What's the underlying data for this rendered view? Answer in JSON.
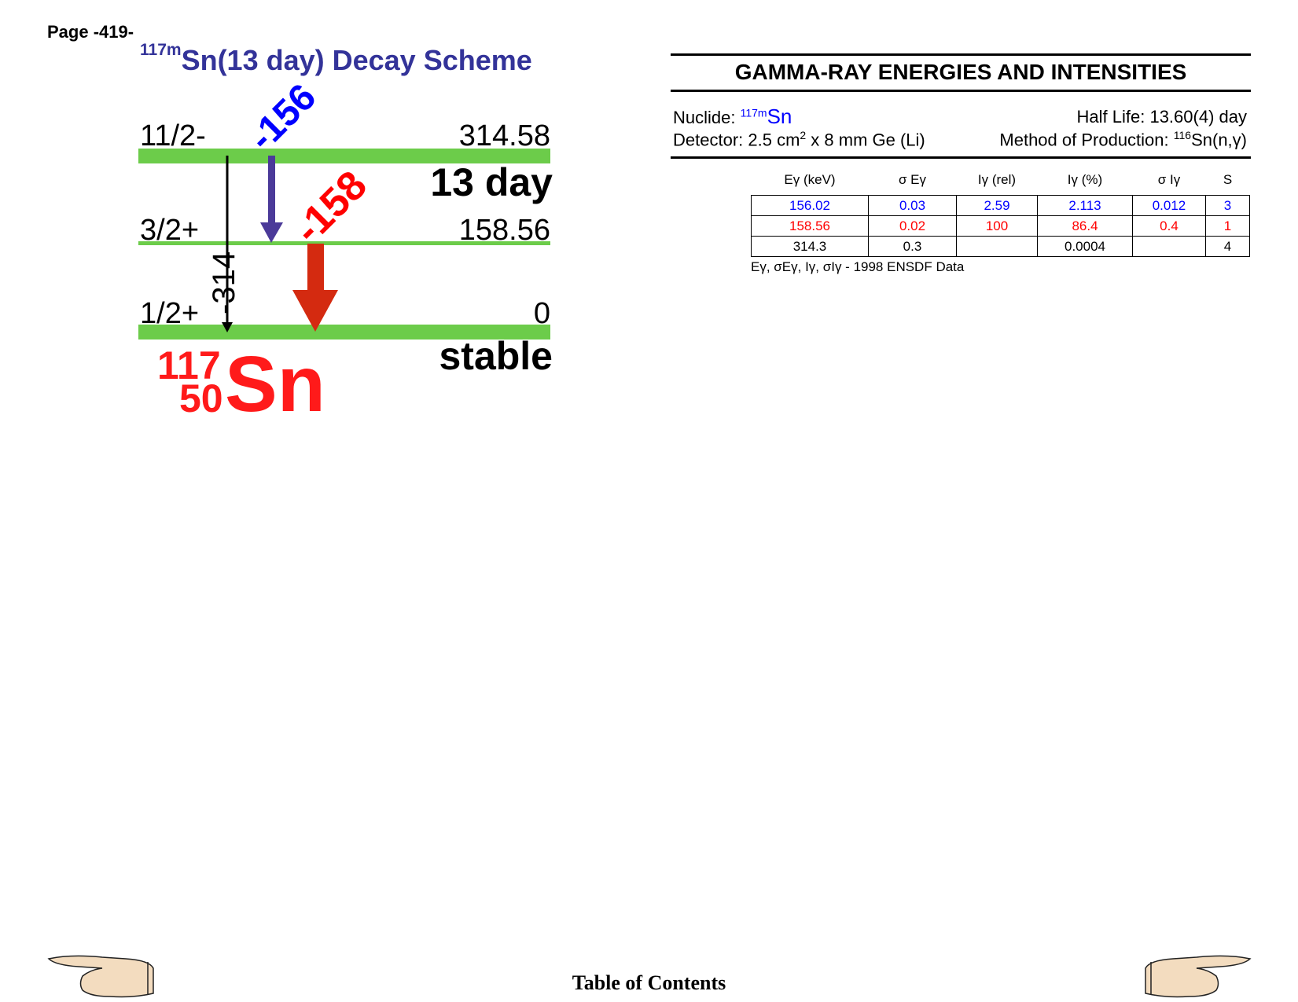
{
  "page": {
    "label": "Page -419-"
  },
  "scheme": {
    "title_sup": "117m",
    "title_main": "Sn(13 day) Decay Scheme",
    "levels": [
      {
        "spin": "11/2-",
        "energy": "314.58"
      },
      {
        "spin": "3/2+",
        "energy": "158.56"
      },
      {
        "spin": "1/2+",
        "energy": "0"
      }
    ],
    "half_life": "13 day",
    "ground_label": "stable",
    "transitions": [
      {
        "label": "156",
        "color": "#0000ff"
      },
      {
        "label": "158",
        "color": "#ff0000"
      },
      {
        "label": "314",
        "color": "#000000"
      }
    ],
    "nuclide": {
      "mass": "117",
      "z": "50",
      "symbol": "Sn"
    },
    "colors": {
      "level_bar": "#6ccc4a",
      "arrow_156": "#4b3a99",
      "arrow_158": "#d42a10",
      "title": "#333399"
    }
  },
  "gamma": {
    "title": "GAMMA-RAY ENERGIES AND INTENSITIES",
    "nuclide_label": "Nuclide: ",
    "nuclide_sup": "117m",
    "nuclide_sym": "Sn",
    "half_life": "Half Life: 13.60(4) day",
    "detector_pre": "Detector: 2.5 cm",
    "detector_sup": "2",
    "detector_post": " x 8 mm Ge (Li)",
    "production_pre": "Method of Production: ",
    "production_sup": "116",
    "production_post": "Sn(n,γ)",
    "columns": [
      "Eγ (keV)",
      "σ Eγ",
      "Iγ (rel)",
      "Iγ (%)",
      "σ Iγ",
      "S"
    ],
    "rows": [
      [
        "156.02",
        "0.03",
        "2.59",
        "2.113",
        "0.012",
        "3"
      ],
      [
        "158.56",
        "0.02",
        "100",
        "86.4",
        "0.4",
        "1"
      ],
      [
        "314.3",
        "0.3",
        "",
        "0.0004",
        "",
        "4"
      ]
    ],
    "footnote_vars": "Eγ, σEγ, Iγ, σIγ - ",
    "footnote_src": "1998 ENSDF Data"
  },
  "footer": {
    "toc": "Table of Contents"
  }
}
